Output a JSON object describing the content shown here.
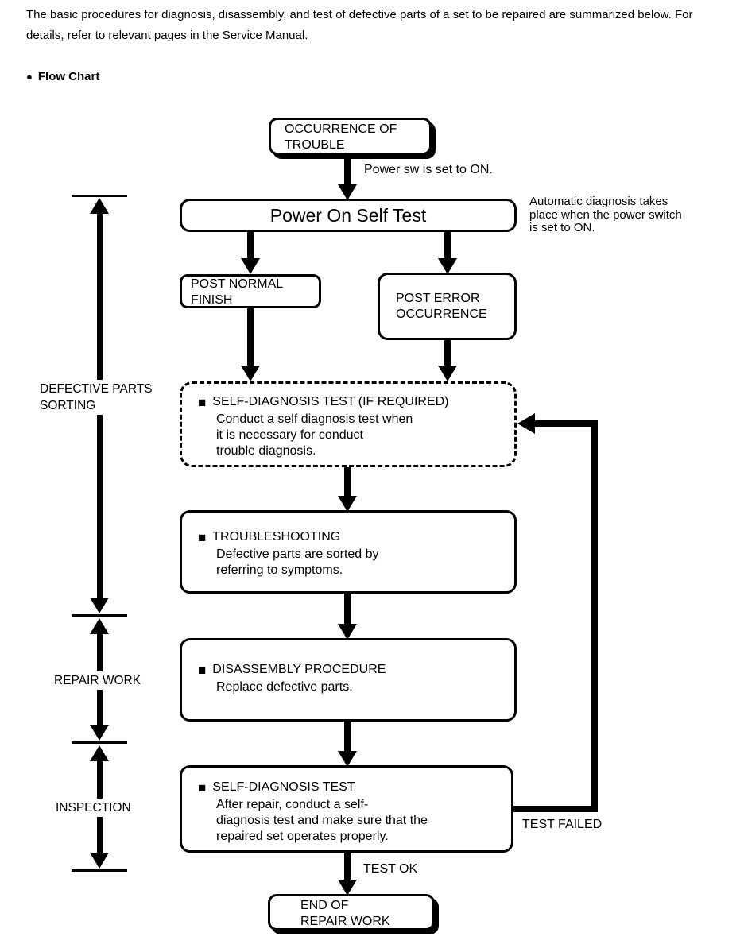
{
  "intro": {
    "line1": "The basic procedures for diagnosis, disassembly, and test of defective parts of a set to be repaired are summarized below. For",
    "line2": "details, refer to relevant pages in the Service Manual."
  },
  "section_heading": {
    "bullet": "●",
    "label": "Flow Chart"
  },
  "flowchart": {
    "start_node": {
      "line1": "OCCURRENCE OF",
      "line2": "TROUBLE"
    },
    "power_sw_label": "Power sw is set to ON.",
    "post_node": {
      "title": "Power On Self Test"
    },
    "post_side_note": {
      "line1": "Automatic diagnosis takes",
      "line2": "place when the power switch",
      "line3": "is set to ON."
    },
    "post_normal_node": {
      "line1": "POST NORMAL",
      "line2": "FINISH"
    },
    "post_error_node": {
      "line1": "POST ERROR",
      "line2": "OCCURRENCE"
    },
    "self_diag_required_node": {
      "marker": "■",
      "title": "SELF-DIAGNOSIS TEST (IF REQUIRED)",
      "body": [
        "Conduct a self diagnosis test when",
        "it is necessary for conduct",
        "trouble diagnosis."
      ]
    },
    "troubleshooting_node": {
      "marker": "■",
      "title": "TROUBLESHOOTING",
      "body": [
        "Defective parts are sorted by",
        "referring to symptoms."
      ]
    },
    "disassembly_node": {
      "marker": "■",
      "title": "DISASSEMBLY PROCEDURE",
      "body": [
        "Replace defective parts."
      ]
    },
    "self_diag_node": {
      "marker": "■",
      "title": "SELF-DIAGNOSIS TEST",
      "body": [
        "After repair, conduct a self-",
        "diagnosis test and make sure that the",
        "repaired set operates properly."
      ]
    },
    "end_node": {
      "line1": "END OF",
      "line2": "REPAIR WORK"
    },
    "labels": {
      "test_ok": "TEST OK",
      "test_failed": "TEST FAILED"
    }
  },
  "side_markers": {
    "defective_parts_sorting": {
      "line1": "DEFECTIVE PARTS",
      "line2": "SORTING"
    },
    "repair_work": {
      "label": "REPAIR WORK"
    },
    "inspection": {
      "label": "INSPECTION"
    }
  },
  "colors": {
    "ink": "#000000",
    "paper": "#ffffff"
  }
}
